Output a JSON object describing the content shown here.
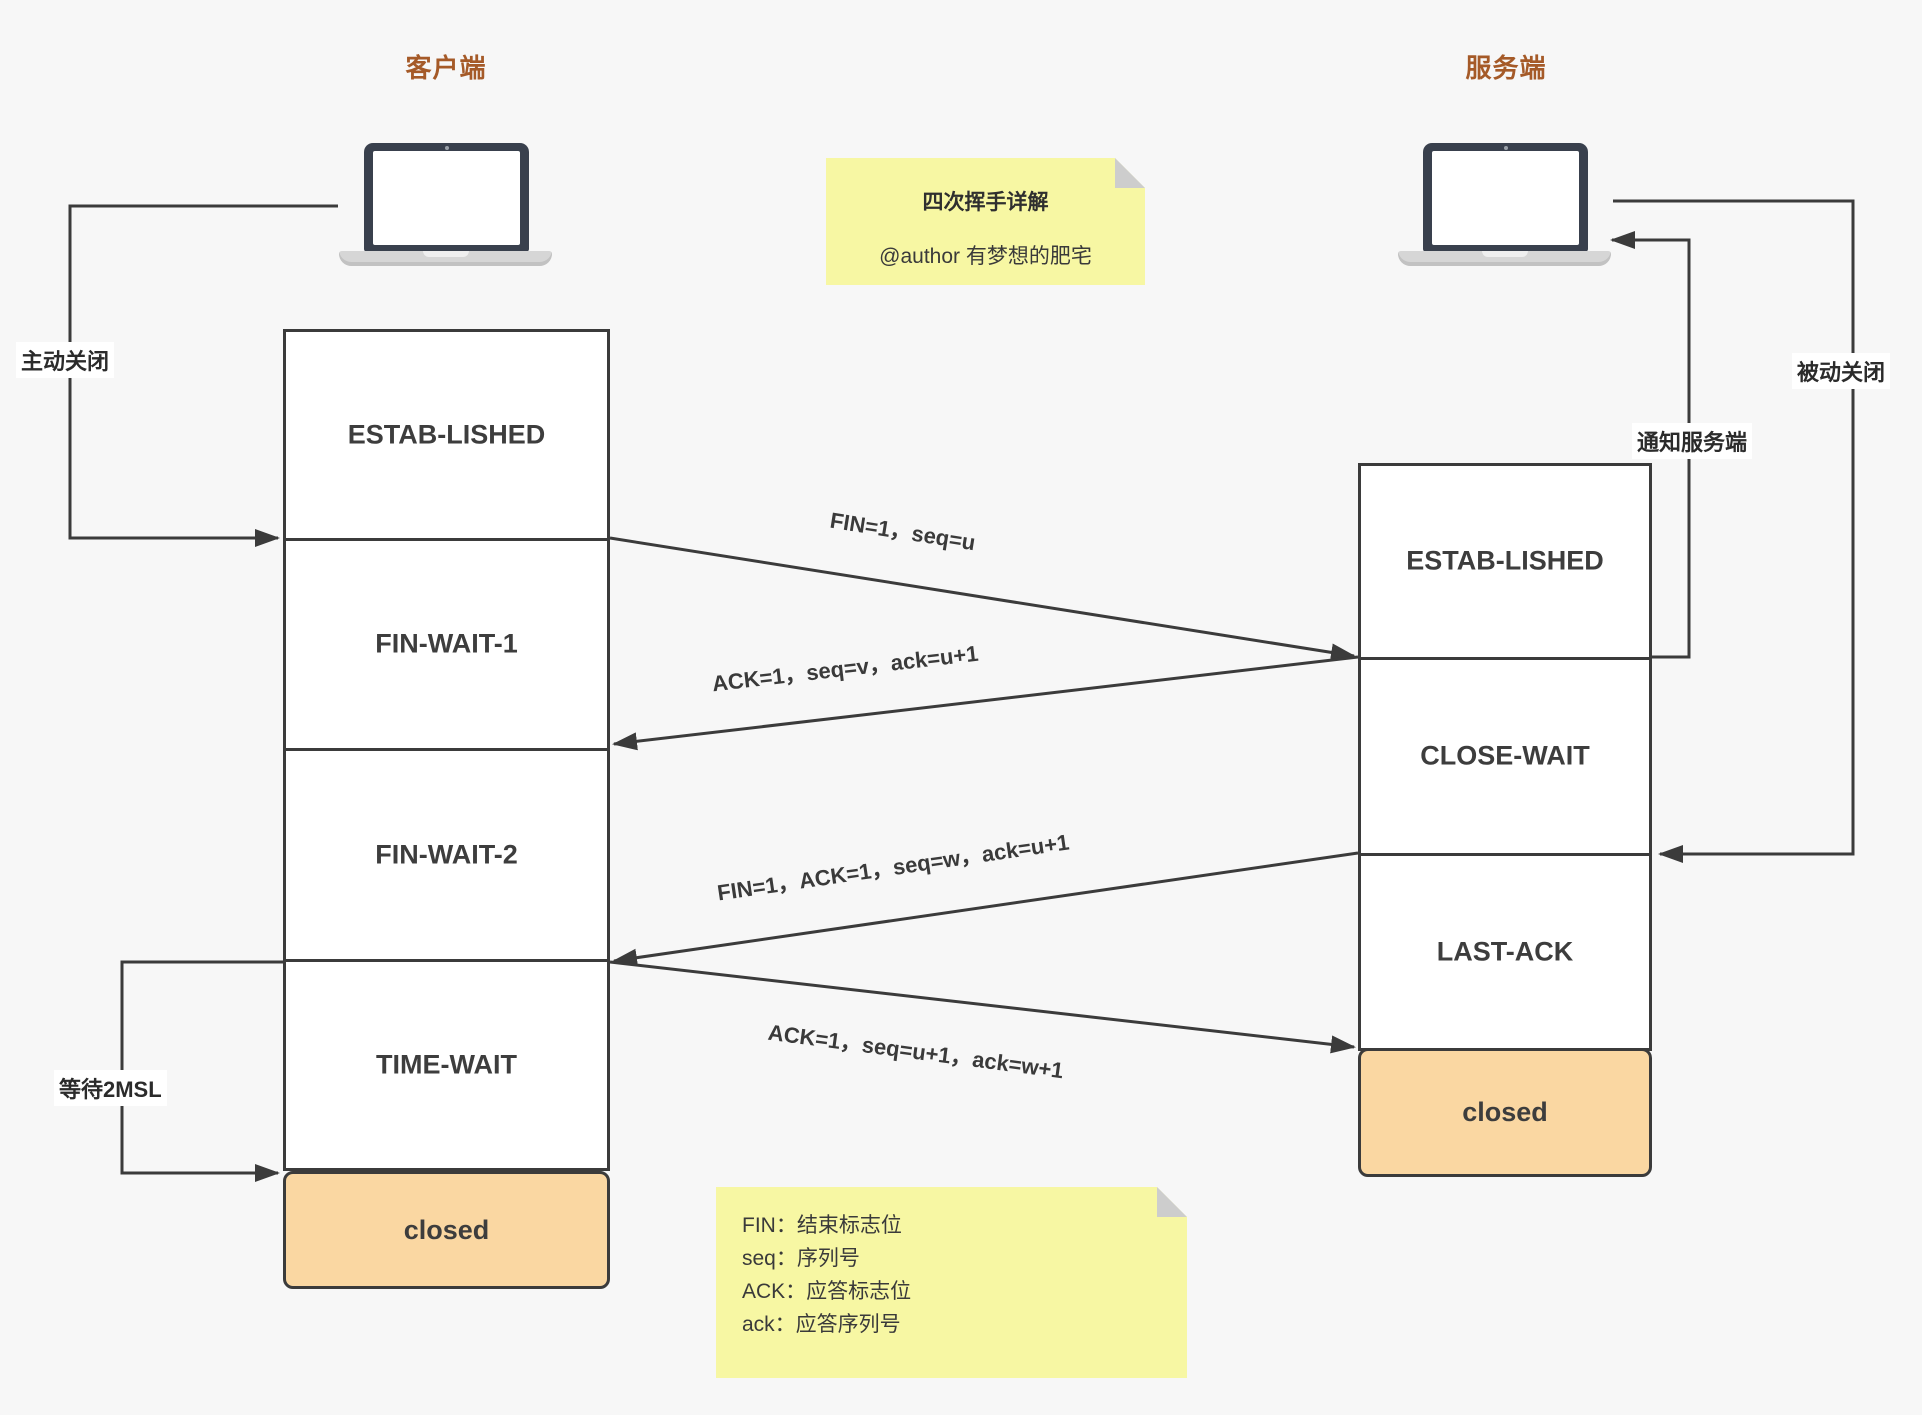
{
  "diagram": {
    "client": {
      "title": "客户端"
    },
    "server": {
      "title": "服务端"
    },
    "note_top": {
      "title": "四次挥手详解",
      "author": "@author 有梦想的肥宅"
    },
    "client_states": [
      "ESTAB-LISHED",
      "FIN-WAIT-1",
      "FIN-WAIT-2",
      "TIME-WAIT",
      "closed"
    ],
    "server_states": [
      "ESTAB-LISHED",
      "CLOSE-WAIT",
      "LAST-ACK",
      "closed"
    ],
    "annotations": {
      "active_close": "主动关闭",
      "passive_close": "被动关闭",
      "notify_server": "通知服务端",
      "wait_2msl": "等待2MSL"
    },
    "messages": [
      {
        "label": "FIN=1，seq=u"
      },
      {
        "label": "ACK=1，seq=v，ack=u+1"
      },
      {
        "label": "FIN=1，ACK=1，seq=w，ack=u+1"
      },
      {
        "label": "ACK=1，seq=u+1，ack=w+1"
      }
    ],
    "legend": {
      "line1": "FIN：结束标志位",
      "line2": "seq：序列号",
      "line3": "ACK：应答标志位",
      "line4": "ack：应答序列号"
    },
    "colors": {
      "title_accent": "#a55a28",
      "closed_fill": "#fad7a2",
      "note_bg": "#f7f7a3",
      "line": "#3b3b3b"
    }
  }
}
